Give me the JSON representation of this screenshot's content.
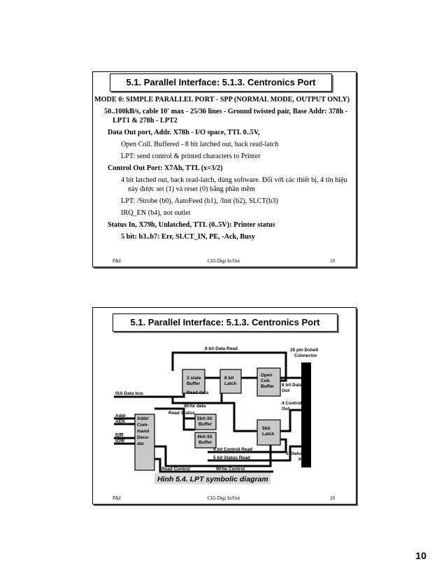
{
  "slide1": {
    "title": "5.1. Parallel Interface: 5.1.3. Centronics Port",
    "lines": [
      "MODE 0: SIMPLE PARALLEL PORT - SPP (NORMAL MODE, OUTPUT ONLY)",
      "50..100kB/s, cable 10' max - 25/36 lines - Ground twisted pair, Base Addr: 378h - LPT1 & 278h - LPT2",
      "Data Out port, Addr. X78h - I/O space, TTL 0..5V,",
      "Open Coll. Buffered - 8 bit latched out, back read-latch",
      "LPT: send control & printed characters to Printer",
      "Control Out Port: X7Ah, TTL (x=3/2)",
      "4 bit latched out, back read-latch, dùng software. Đối với các thiết bị, 4 tín hiệu này được set (1) và reset (0) bằng phần mềm",
      "LPT: /Strobe (b0), AutoFeed (b1), /Init (b2), SLCT(b3)",
      "IRQ_EN (b4), not outlet",
      "Status In, X79h, Unlatched, TTL (0..5V): Printer status",
      "5 bit: b3..b7: Err, SLCT_IN, PE, -Ack, Busy"
    ],
    "footer": {
      "left": "P&I",
      "center": "Ch5-Digi In/Out",
      "right": "19"
    }
  },
  "slide2": {
    "title": "5.1. Parallel Interface: 5.1.3. Centronics Port",
    "diagram": {
      "labels": {
        "data_read": "8 bit Data Read",
        "connector": [
          "25 pin Dshell",
          "Connector"
        ],
        "three_state": [
          "3 state",
          "Buffer"
        ],
        "latch8": [
          "8 bit",
          "Latch"
        ],
        "open_coll": [
          "Open",
          "Coll.",
          "Buffer"
        ],
        "data_out": [
          "8 bit Data",
          "Out"
        ],
        "isa_bus": "ISA Data bus",
        "read_data": "Read data",
        "write_data": "Write data",
        "ctrl_out": [
          "4 Control",
          "Out"
        ],
        "addr": "Addr",
        "aen": "AEN",
        "ior": "IOR",
        "iow": "IOW",
        "decoder": [
          "Addr/",
          "Com-",
          "mand",
          "Deco-",
          "der"
        ],
        "read_status": "Read Status",
        "buf5": [
          "5bit-3S",
          "Buffer"
        ],
        "buf4": [
          "4bit-3S",
          "Buffer"
        ],
        "latch5": [
          "5bit",
          "Latch"
        ],
        "status_in": [
          "5 Status",
          "In"
        ],
        "ctrl_read": "4 bit Control Read",
        "status_read": "5 bit Status Read",
        "read_control": "Read Control",
        "write_control": "Write Control"
      },
      "caption": "Hình 5.4. LPT symbolic diagram"
    },
    "footer": {
      "left": "P&I",
      "center": "Ch5-Digi In/Out",
      "right": "20"
    }
  },
  "page_number": "10"
}
